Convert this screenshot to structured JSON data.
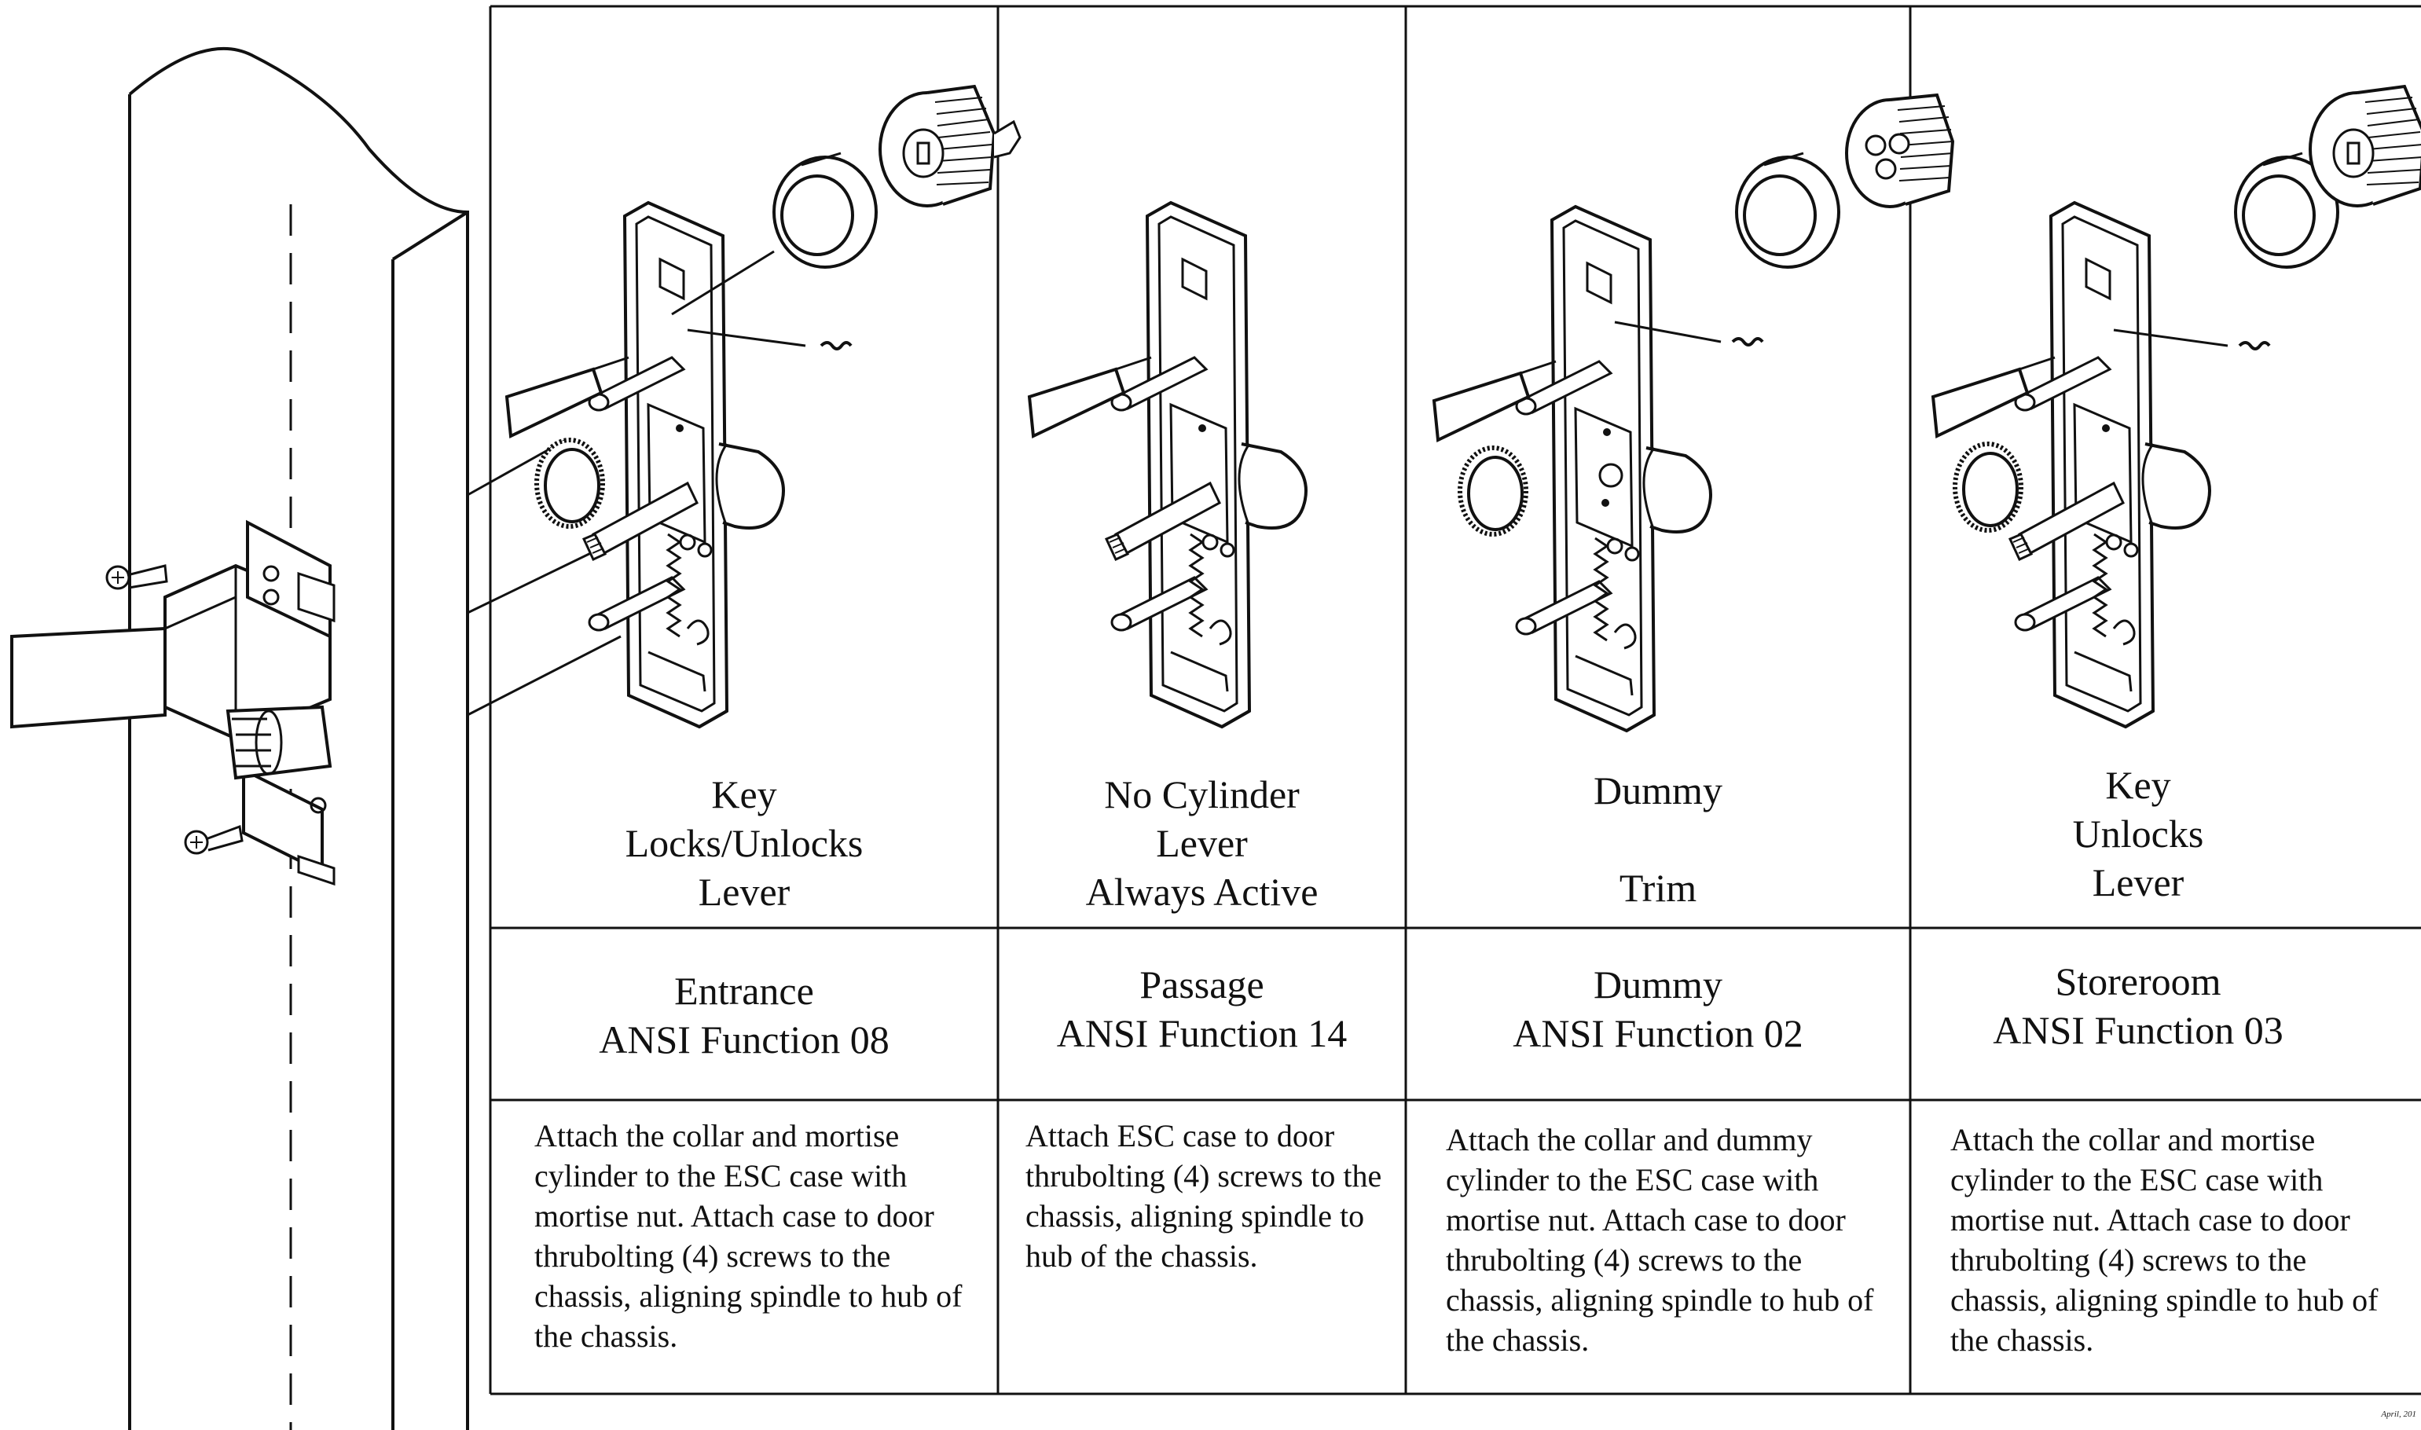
{
  "columns": [
    {
      "id": "entrance",
      "trim_lines": [
        "Key",
        "Locks/Unlocks",
        "Lever"
      ],
      "function_name": "Entrance",
      "ansi_label": "ANSI Function 08",
      "description": "Attach the collar and mortise cylinder to the ESC case with mortise nut.  Attach case to door thrubolting (4) screws to the chassis, aligning spindle to hub of the chassis.",
      "parts": {
        "cylinder": "mortise",
        "collar": true,
        "thumb_ring": true
      }
    },
    {
      "id": "passage",
      "trim_lines": [
        "No Cylinder",
        "Lever",
        "Always Active"
      ],
      "function_name": "Passage",
      "ansi_label": "ANSI Function 14",
      "description": "Attach ESC case to door thrubolting (4) screws to the chassis, aligning spindle to hub of the chassis.",
      "parts": {
        "cylinder": "none",
        "collar": false,
        "thumb_ring": false
      }
    },
    {
      "id": "dummy",
      "trim_lines": [
        "Dummy",
        "",
        "Trim"
      ],
      "function_name": "Dummy",
      "ansi_label": "ANSI Function 02",
      "description": "Attach the collar and dummy cylinder to the ESC case with mortise nut.  Attach case to door thrubolting (4) screws to the chassis, aligning spindle to hub of the chassis.",
      "parts": {
        "cylinder": "dummy",
        "collar": true,
        "thumb_ring": true
      }
    },
    {
      "id": "storeroom",
      "trim_lines": [
        "Key",
        "Unlocks",
        "Lever"
      ],
      "function_name": "Storeroom",
      "ansi_label": "ANSI Function 03",
      "description": "Attach the collar and mortise cylinder to the ESC case with mortise nut.  Attach case to door thrubolting (4) screws to the chassis, aligning spindle to hub of the chassis.",
      "parts": {
        "cylinder": "mortise",
        "collar": true,
        "thumb_ring": true
      }
    }
  ],
  "footer_date": "April, 201",
  "colors": {
    "line": "#111111",
    "background": "#ffffff"
  }
}
